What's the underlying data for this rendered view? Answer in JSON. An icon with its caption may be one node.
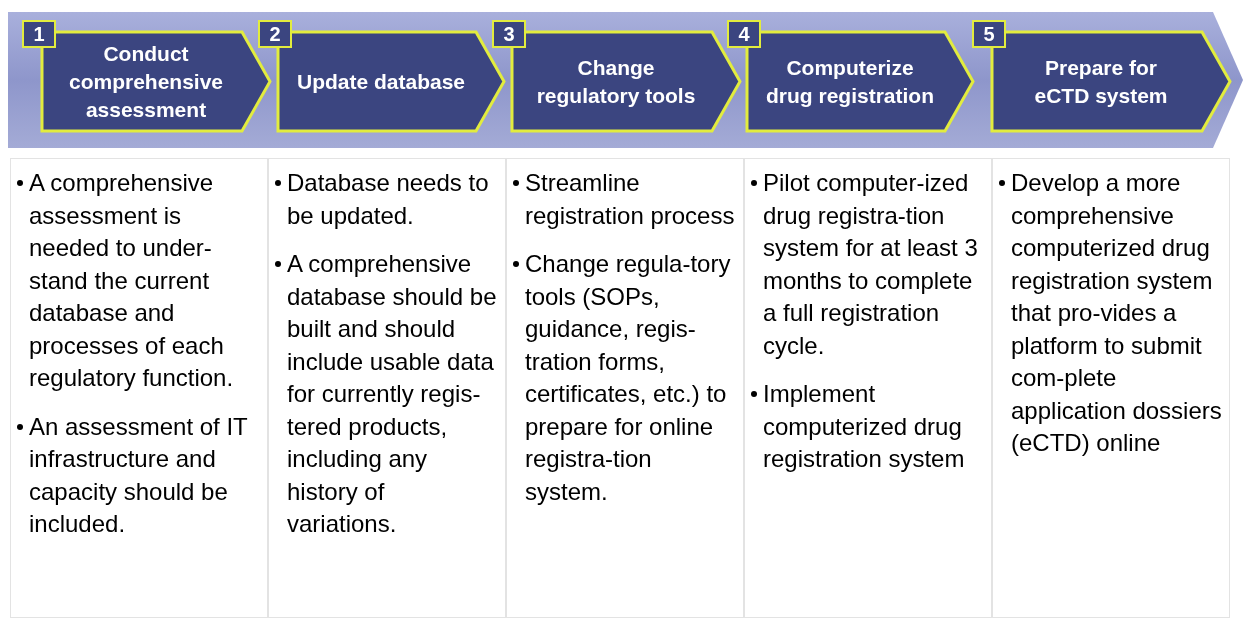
{
  "diagram": {
    "nodes": [
      {
        "text": [],
        "shape": "arrow"
      },
      {
        "text": [
          "1",
          "Conduct comprehensive assessment"
        ],
        "in": 0
      },
      {
        "text": [
          "2",
          "Update database"
        ],
        "in": 0
      },
      {
        "text": [
          "3",
          "Change regulatory tools"
        ],
        "in": 0
      },
      {
        "text": [
          "4",
          "Computerize drug registration"
        ],
        "in": 0
      },
      {
        "text": [
          "5",
          "Prepare for eCTD system"
        ],
        "in": 0
      },
      {
        "text": [
          "A comprehensive assessment is needed to under-stand the current database and processes of each regulatory function.",
          "An assessment of IT infrastructure and capacity should be included."
        ]
      },
      {
        "text": [
          "Database needs to be updated.",
          "A comprehensive database should be built and should include usable data for currently regis-tered products, including any history of variations."
        ]
      },
      {
        "text": [
          "Streamline registration process",
          "Change regula-tory tools (SOPs, guidance, regis-tration forms, certificates, etc.) to prepare for online registra-tion system."
        ]
      },
      {
        "text": [
          "Pilot computer-ized drug registra-tion system for at least 3 months to complete a full registration cycle.",
          "Implement computerized drug registration system"
        ]
      },
      {
        "text": [
          "Develop a more comprehensive computerized drug registration system that pro-vides a platform to submit com-plete application dossiers (eCTD) online"
        ]
      }
    ]
  }
}
